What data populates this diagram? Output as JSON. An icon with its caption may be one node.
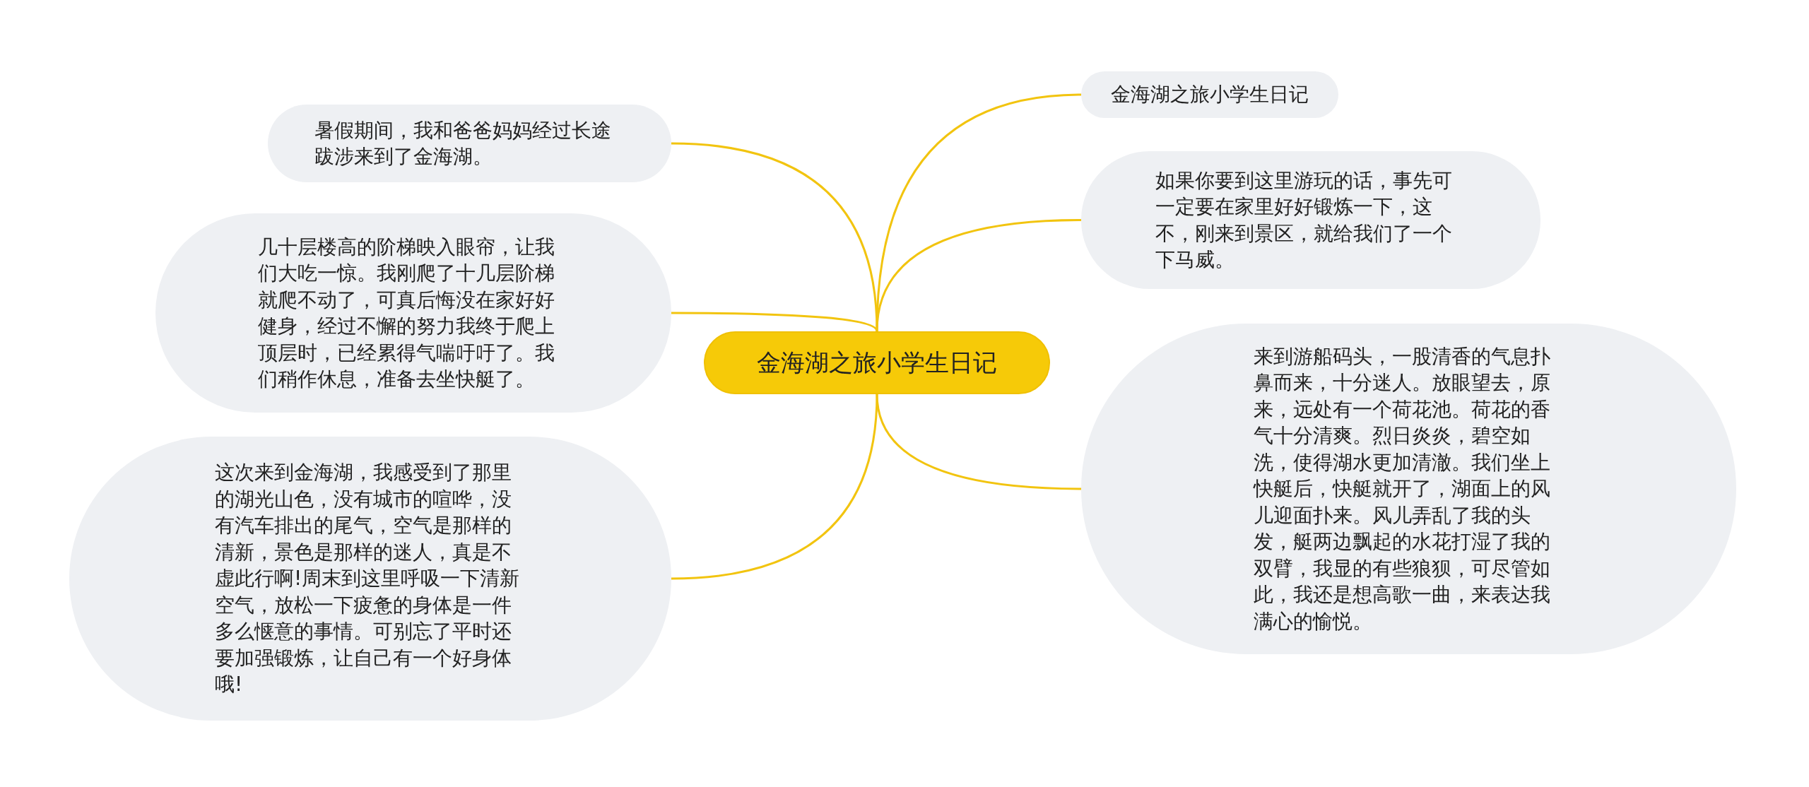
{
  "diagram": {
    "nodes": [
      {
        "text": [
          "金海湖之旅小学生日记"
        ]
      },
      {
        "text": [
          "金海湖之旅小学生日记"
        ]
      },
      {
        "text": [
          "如果你要到这里游玩的话，事先可一定要在家里好好锻炼一下，这不，刚来到景区，就给我们了一个下马威。"
        ]
      },
      {
        "text": [
          "来到游船码头，一股清香的气息扑鼻而来，十分迷人。放眼望去，原来，远处有一个荷花池。荷花的香气十分清爽。烈日炎炎，碧空如洗，使得湖水更加清澈。我们坐上快艇后，快艇就开了，湖面上的风儿迎面扑来。风儿弄乱了我的头发，艇两边飘起的水花打湿了我的双臂，我显的有些狼狈，可尽管如此，我还是想高歌一曲，来表达我满心的愉悦。"
        ]
      },
      {
        "text": [
          "暑假期间，我和爸爸妈妈经过长途跋涉来到了金海湖。"
        ]
      },
      {
        "text": [
          "几十层楼高的阶梯映入眼帘，让我们大吃一惊。我刚爬了十几层阶梯就爬不动了，可真后悔没在家好好健身，经过不懈的努力我终于爬上顶层时，已经累得气喘吁吁了。我们稍作休息，准备去坐快艇了。"
        ]
      },
      {
        "text": [
          "这次来到金海湖，我感受到了那里的湖光山色，没有城市的喧哗，没有汽车排出的尾气，空气是那样的清新，景色是那样的迷人，真是不虚此行啊!周末到这里呼吸一下清新空气，放松一下疲惫的身体是一件多么惬意的事情。可别忘了平时还要加强锻炼，让自己有一个好身体哦!"
        ]
      }
    ],
    "edges": [
      {
        "from": 0,
        "to": 1,
        "arrow": "none"
      },
      {
        "from": 0,
        "to": 2,
        "arrow": "none"
      },
      {
        "from": 0,
        "to": 3,
        "arrow": "none"
      },
      {
        "from": 0,
        "to": 4,
        "arrow": "none"
      },
      {
        "from": 0,
        "to": 5,
        "arrow": "none"
      },
      {
        "from": 0,
        "to": 6,
        "arrow": "none"
      }
    ]
  }
}
